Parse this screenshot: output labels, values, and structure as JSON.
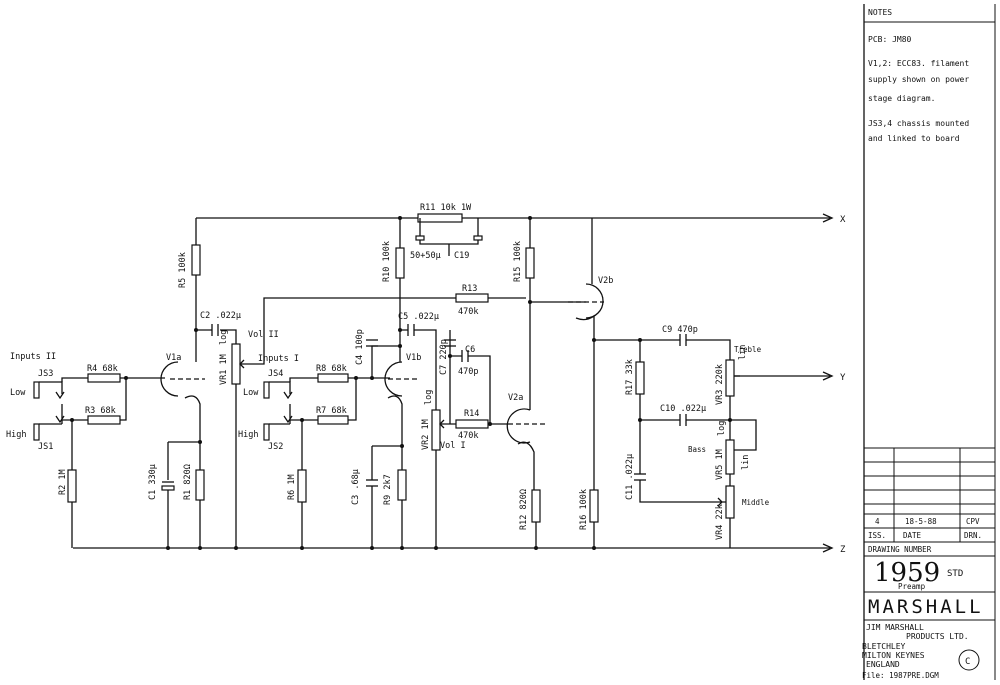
{
  "notes": {
    "title": "NOTES",
    "pcb": "PCB: JM80",
    "line1": "V1,2: ECC83. filament",
    "line2": "supply shown on power",
    "line3": "stage diagram.",
    "line4": "JS3,4 chassis mounted",
    "line5": "and linked to board"
  },
  "rails": {
    "x": "X",
    "y": "Y",
    "z": "Z"
  },
  "inputs": {
    "group2": "Inputs II",
    "group1": "Inputs I",
    "low": "Low",
    "high": "High",
    "low_b": "Low",
    "high_b": "High",
    "js3": "JS3",
    "js1": "JS1",
    "js4": "JS4",
    "js2": "JS2"
  },
  "components": {
    "r4": "R4 68k",
    "r3": "R3 68k",
    "r8": "R8 68k",
    "r7": "R7 68k",
    "r2": "R2 1M",
    "r6": "R6 1M",
    "r1": "R1 820Ω",
    "r9": "R9 2k7",
    "c1": "C1 330µ",
    "c3": "C3 .68µ",
    "c4": "C4 100p",
    "r5": "R5 100k",
    "r10": "R10 100k",
    "r15": "R15 100k",
    "r16": "R16 100k",
    "r11": "R11 10k 1W",
    "c19_val": "50+50µ",
    "c19": "C19",
    "c2": "C2 .022µ",
    "c5": "C5 .022µ",
    "vr1": "VR1 1M",
    "vr1_taper": "log",
    "vol2": "Vol II",
    "vr2": "VR2 1M",
    "vr2_taper": "log",
    "vol1": "Vol I",
    "r13": "R13",
    "r13_val": "470k",
    "r14": "R14",
    "r14_val": "470k",
    "c6": "C6",
    "c6_val": "470p",
    "c7": "C7 220p",
    "r12": "R12 820Ω",
    "r17": "R17 33k",
    "c9": "C9 470p",
    "c10": "C10 .022µ",
    "c11": "C11 .022µ",
    "vr3": "VR3 220k",
    "vr3_taper": "lin",
    "treble": "Treble",
    "vr5": "VR5 1M",
    "vr5_taper": "log",
    "bass": "Bass",
    "vr4": "VR4 22k",
    "vr4_taper": "lin",
    "middle": "Middle",
    "v1a": "V1a",
    "v1b": "V1b",
    "v2a": "V2a",
    "v2b": "V2b"
  },
  "title_block": {
    "iss": "4",
    "date": "18-5-88",
    "by": "CPV",
    "iss_label": "ISS.",
    "date_label": "DATE",
    "drn_label": "DRN.",
    "drawing_number_label": "DRAWING NUMBER",
    "drawing_number": "1959",
    "std": "STD",
    "subtitle": "Preamp",
    "brand": "MARSHALL",
    "company1": "JIM MARSHALL",
    "company2": "PRODUCTS LTD.",
    "addr1": "BLETCHLEY",
    "addr2": "MILTON KEYNES",
    "addr3": "ENGLAND",
    "file": "File: 1987PRE.DGM",
    "copyright": "C"
  }
}
